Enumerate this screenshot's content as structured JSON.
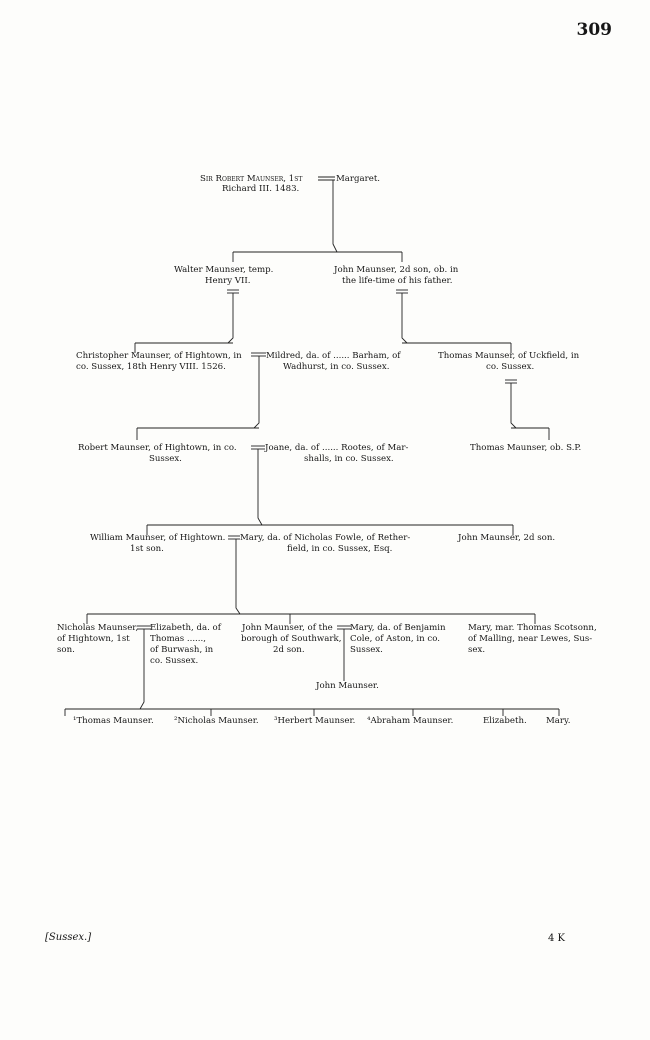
{
  "page_number": "309",
  "footer": {
    "county": "[Sussex.]",
    "signature": "4 K"
  },
  "generation_1": {
    "robert_line1": "Sir Robert Maunser, 1st",
    "robert_line2": "Richard III. 1483.",
    "spouse": "Margaret."
  },
  "generation_2": {
    "walter_line1": "Walter Maunser, temp.",
    "walter_line2": "Henry VII.",
    "john_line1": "John Maunser, 2d son, ob. in",
    "john_line2": "the life-time of his father."
  },
  "generation_3": {
    "christopher_line1": "Christopher Maunser, of Hightown, in",
    "christopher_line2": "co. Sussex, 18th Henry VIII. 1526.",
    "mildred_line1": "Mildred, da. of ...... Barham, of",
    "mildred_line2": "Wadhurst, in co. Sussex.",
    "thomas_line1": "Thomas Maunser, of Uckfield, in",
    "thomas_line2": "co. Sussex."
  },
  "generation_4": {
    "robert_line1": "Robert Maunser, of Hightown, in co.",
    "robert_line2": "Sussex.",
    "joane_line1": "Joane, da. of ...... Rootes, of Mar-",
    "joane_line2": "shalls, in co. Sussex.",
    "thomas": "Thomas Maunser, ob. S.P."
  },
  "generation_5": {
    "william_line1": "William Maunser, of Hightown.",
    "william_line2": "1st son.",
    "mary_line1": "Mary, da. of Nicholas Fowle, of Rether-",
    "mary_line2": "field, in co. Sussex, Esq.",
    "john": "John Maunser, 2d son."
  },
  "generation_6": {
    "nicholas_line1": "Nicholas Maunser,",
    "nicholas_line2": "of Hightown, 1st",
    "nicholas_line3": "son.",
    "elizabeth_line1": "Elizabeth, da. of",
    "elizabeth_line2": "Thomas ......,",
    "elizabeth_line3": "of Burwash, in",
    "elizabeth_line4": "co. Sussex.",
    "john_line1": "John Maunser, of the",
    "john_line2": "borough of Southwark,",
    "john_line3": "2d son.",
    "mary_cole_line1": "Mary, da. of Benjamin",
    "mary_cole_line2": "Cole, of Aston, in co.",
    "mary_cole_line3": "Sussex.",
    "mary_scotsonn_line1": "Mary, mar. Thomas Scotsonn,",
    "mary_scotsonn_line2": "of Malling, near Lewes, Sus-",
    "mary_scotsonn_line3": "sex.",
    "john_son": "John Maunser."
  },
  "generation_7": [
    "¹Thomas Maunser.",
    "²Nicholas Maunser.",
    "³Herbert Maunser.",
    "⁴Abraham Maunser.",
    "Elizabeth.",
    "Mary."
  ]
}
